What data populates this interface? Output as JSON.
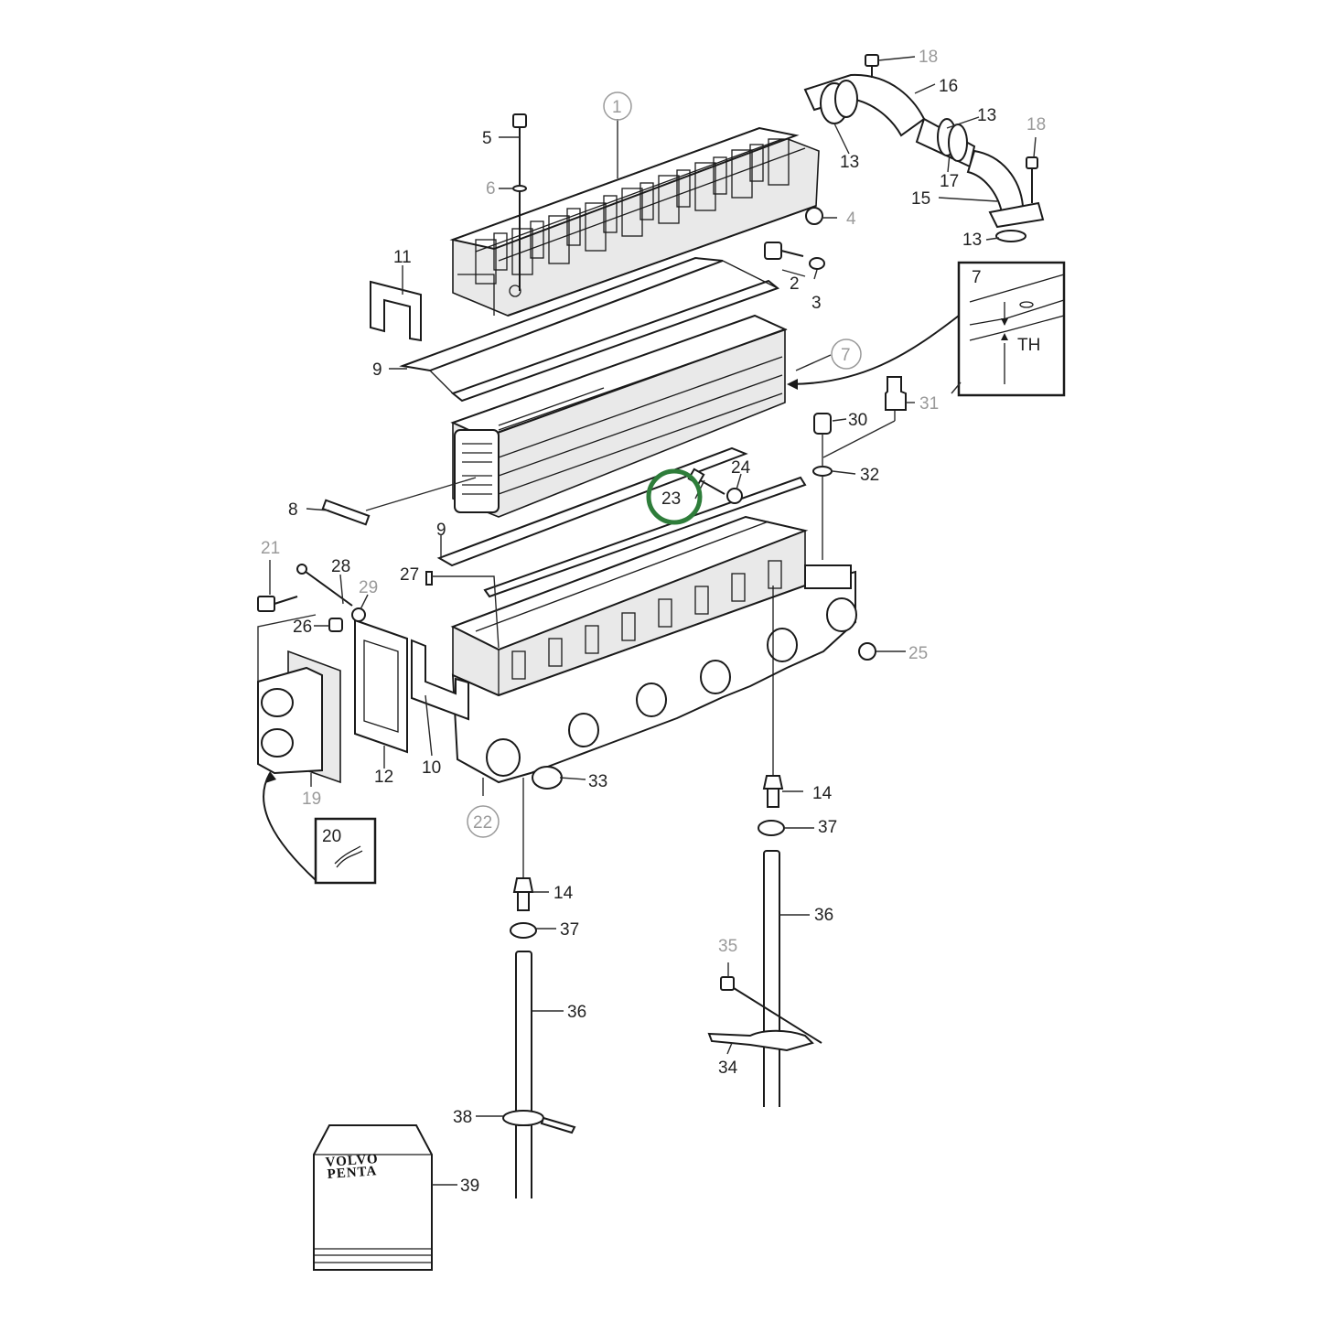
{
  "labels": {
    "p1": "1",
    "p2": "2",
    "p3": "3",
    "p4": "4",
    "p5": "5",
    "p6": "6",
    "p7": "7",
    "p7_detail": "7",
    "p8": "8",
    "p9a": "9",
    "p9b": "9",
    "p10": "10",
    "p11": "11",
    "p12": "12",
    "p13a": "13",
    "p13b": "13",
    "p13c": "13",
    "p14a": "14",
    "p14b": "14",
    "p15": "15",
    "p16": "16",
    "p17": "17",
    "p18a": "18",
    "p18b": "18",
    "p19": "19",
    "p20": "20",
    "p21": "21",
    "p22": "22",
    "p23": "23",
    "p24": "24",
    "p25": "25",
    "p26": "26",
    "p27": "27",
    "p28": "28",
    "p29": "29",
    "p30": "30",
    "p31": "31",
    "p32": "32",
    "p33": "33",
    "p34": "34",
    "p35": "35",
    "p36a": "36",
    "p36b": "36",
    "p37a": "37",
    "p37b": "37",
    "p38": "38",
    "p39": "39"
  },
  "detail_th": "TH",
  "manual_brand": [
    "VOLVO",
    "PENTA"
  ],
  "highlight_color": "#2e7d3a"
}
